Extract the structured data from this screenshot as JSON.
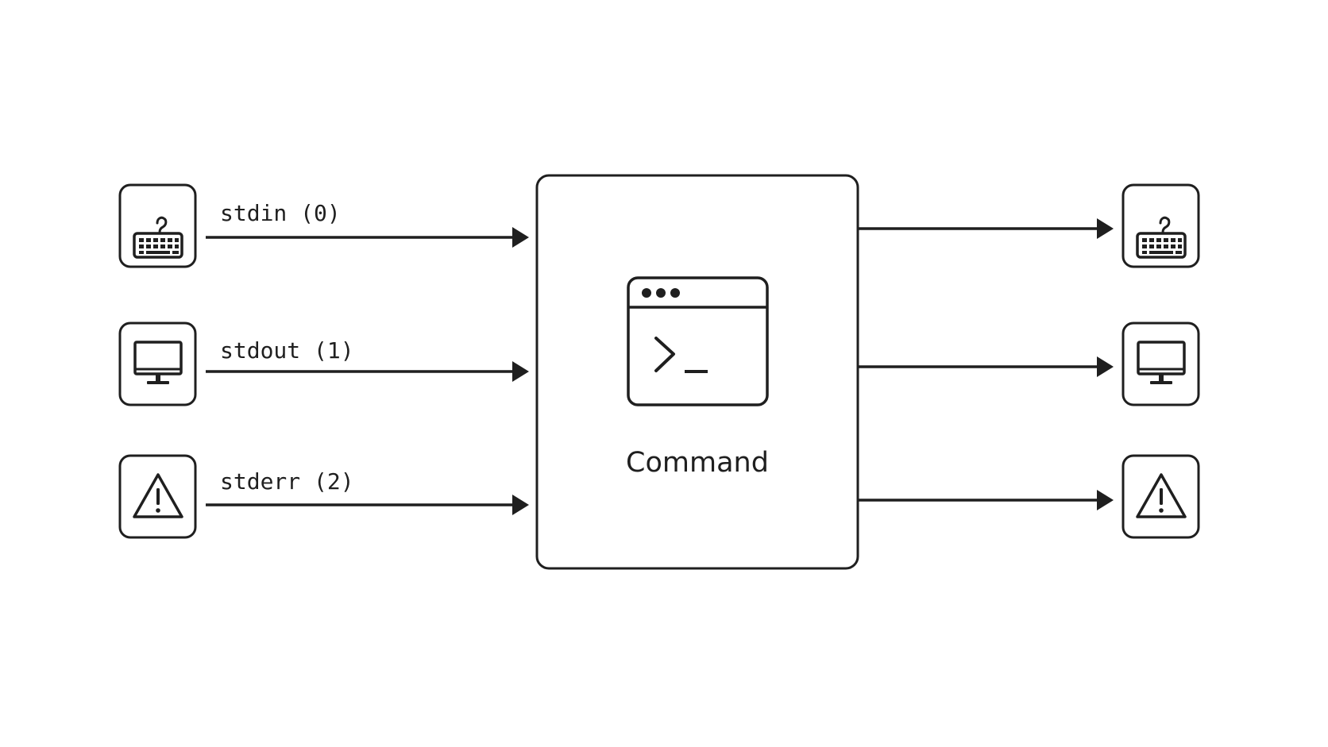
{
  "streams": [
    {
      "label": "stdin (0)",
      "icon": "keyboard-icon"
    },
    {
      "label": "stdout (1)",
      "icon": "monitor-icon"
    },
    {
      "label": "stderr (2)",
      "icon": "warning-icon"
    }
  ],
  "command": {
    "label": "Command",
    "icon": "terminal-window-icon"
  },
  "colors": {
    "stroke": "#1f1f1f",
    "background": "#ffffff"
  }
}
